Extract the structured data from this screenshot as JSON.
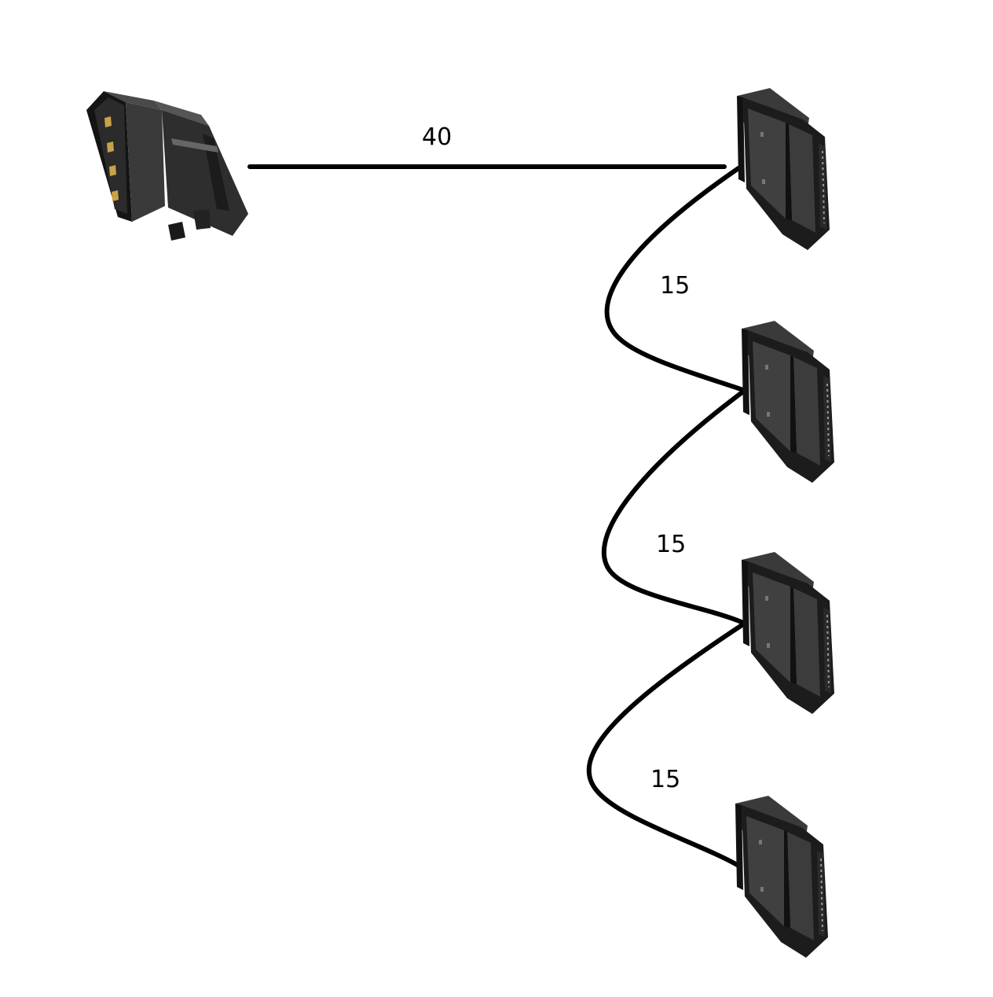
{
  "colors": {
    "background": "#ffffff",
    "cable": "#000000",
    "connector_dark": "#1c1c1c",
    "connector_mid": "#3a3a3a",
    "connector_light": "#555555"
  },
  "icons": {
    "molex": "molex-connector-icon",
    "sata": "sata-power-connector-icon"
  },
  "cable_lengths": {
    "main": "40",
    "segment_1": "15",
    "segment_2": "15",
    "segment_3": "15"
  }
}
